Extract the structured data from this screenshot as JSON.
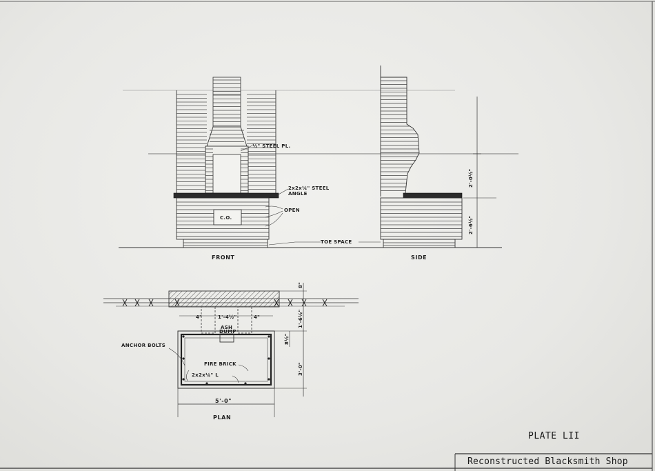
{
  "views": {
    "front": "FRONT",
    "side": "SIDE",
    "plan": "PLAN"
  },
  "front_notes": {
    "steel_plate": "½\" STEEL PL.",
    "steel_angle_1": "2x2x¼\" STEEL",
    "steel_angle_2": "ANGLE",
    "open": "OPEN",
    "clean_out": "C.O.",
    "toe_space": "TOE SPACE"
  },
  "side_dims": {
    "upper": "2'-0½\"",
    "lower": "2'-6½\""
  },
  "plan_notes": {
    "dim_left": "4\"",
    "dim_center": "1'-4½\"",
    "dim_right": "4\"",
    "ash_dump_1": "ASH",
    "ash_dump_2": "DUMP",
    "anchor_bolts": "ANCHOR BOLTS",
    "fire_brick": "FIRE BRICK",
    "angle": "2x2x¼\" L",
    "width": "5'-0\"",
    "depth": "3'-0\"",
    "dim_top": "8\"",
    "dim_right_upper": "1'-6½\"",
    "dim_right_small": "8½\""
  },
  "plate": "PLATE LII",
  "title": "Reconstructed Blacksmith Shop"
}
